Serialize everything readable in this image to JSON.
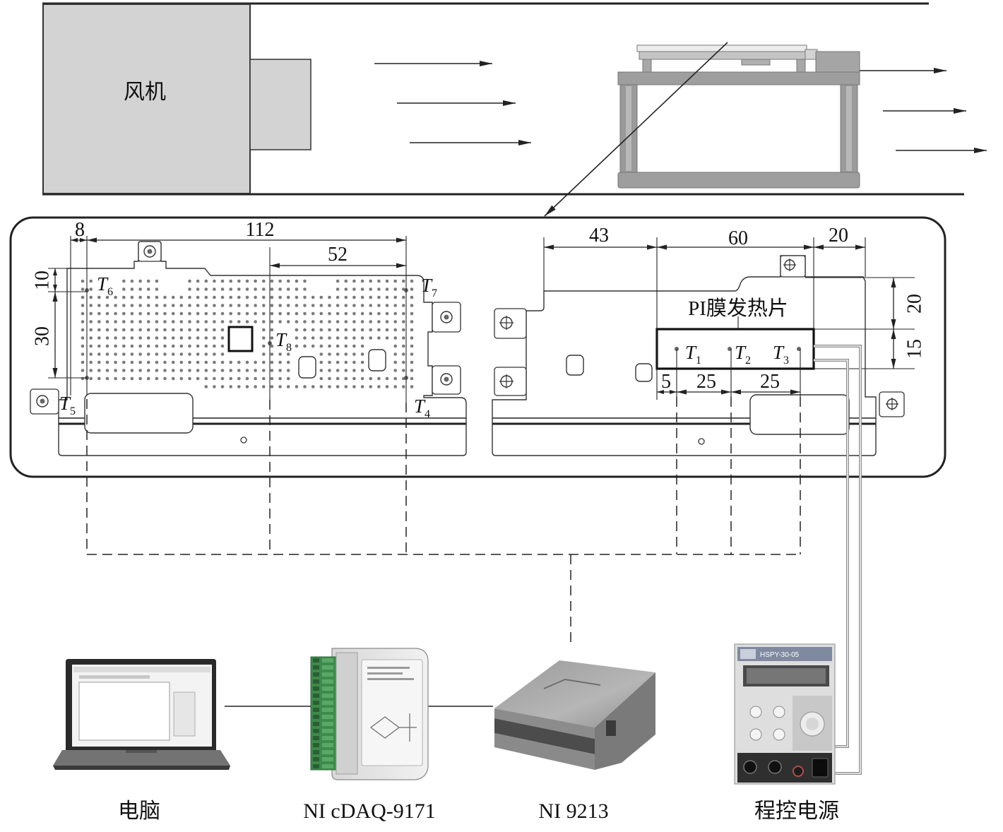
{
  "wind_tunnel": {
    "fan_label": "风机"
  },
  "left_board": {
    "dims": {
      "edge_offset": "8",
      "sensor_span": "112",
      "center_span": "52",
      "top_offset": "10",
      "vertical_span": "30"
    },
    "sensors": [
      {
        "t": "T",
        "sub": "6"
      },
      {
        "t": "T",
        "sub": "7"
      },
      {
        "t": "T",
        "sub": "8"
      },
      {
        "t": "T",
        "sub": "5"
      },
      {
        "t": "T",
        "sub": "4"
      }
    ]
  },
  "right_board": {
    "heater_label": "PI膜发热片",
    "dims": {
      "heater_offset": "43",
      "heater_width": "60",
      "heater_right_gap": "20",
      "heater_top_gap": "20",
      "heater_height": "15",
      "first_sensor_offset": "5",
      "sensor_gap_a": "25",
      "sensor_gap_b": "25"
    },
    "sensors": [
      {
        "t": "T",
        "sub": "1"
      },
      {
        "t": "T",
        "sub": "2"
      },
      {
        "t": "T",
        "sub": "3"
      }
    ]
  },
  "devices": {
    "computer_label": "电脑",
    "daq_chassis_label": "NI cDAQ-9171",
    "thermocouple_module_label": "NI 9213",
    "power_supply_label": "程控电源",
    "power_supply_model": "HSPY-30-05"
  },
  "colors": {
    "fan_fill": "#d3d3d3",
    "stand_gray": "#9e9e9e",
    "wire_gray": "#8c8c8c",
    "terminal_green": "#3e8a4b"
  }
}
